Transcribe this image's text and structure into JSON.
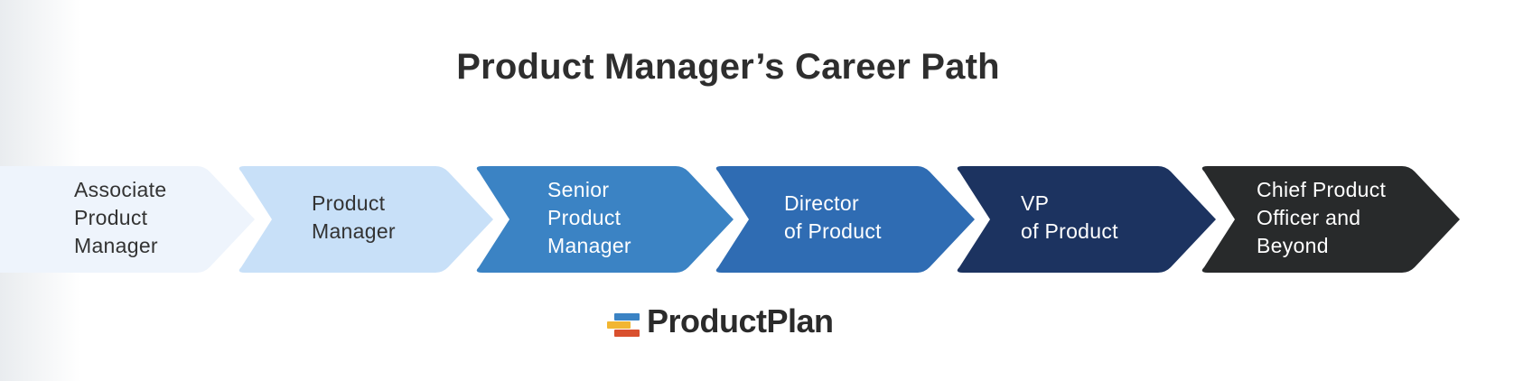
{
  "title": "Product Manager’s Career Path",
  "steps": [
    {
      "lines": [
        "Associate",
        "Product",
        "Manager"
      ],
      "fill": "#eef4fc",
      "text_color": "#333333"
    },
    {
      "lines": [
        "Product",
        "Manager"
      ],
      "fill": "#c8e0f8",
      "text_color": "#333333"
    },
    {
      "lines": [
        "Senior",
        "Product",
        "Manager"
      ],
      "fill": "#3b83c4",
      "text_color": "#ffffff"
    },
    {
      "lines": [
        "Director",
        "of Product"
      ],
      "fill": "#2f6cb3",
      "text_color": "#ffffff"
    },
    {
      "lines": [
        "VP",
        "of Product"
      ],
      "fill": "#1c3360",
      "text_color": "#ffffff"
    },
    {
      "lines": [
        "Chief Product",
        "Officer and",
        "Beyond"
      ],
      "fill": "#282a2b",
      "text_color": "#ffffff"
    }
  ],
  "leading_fill": "#e6edf5",
  "logo": {
    "text": "ProductPlan",
    "mark_colors": [
      "#3b83c4",
      "#f2b632",
      "#d9502e"
    ]
  }
}
